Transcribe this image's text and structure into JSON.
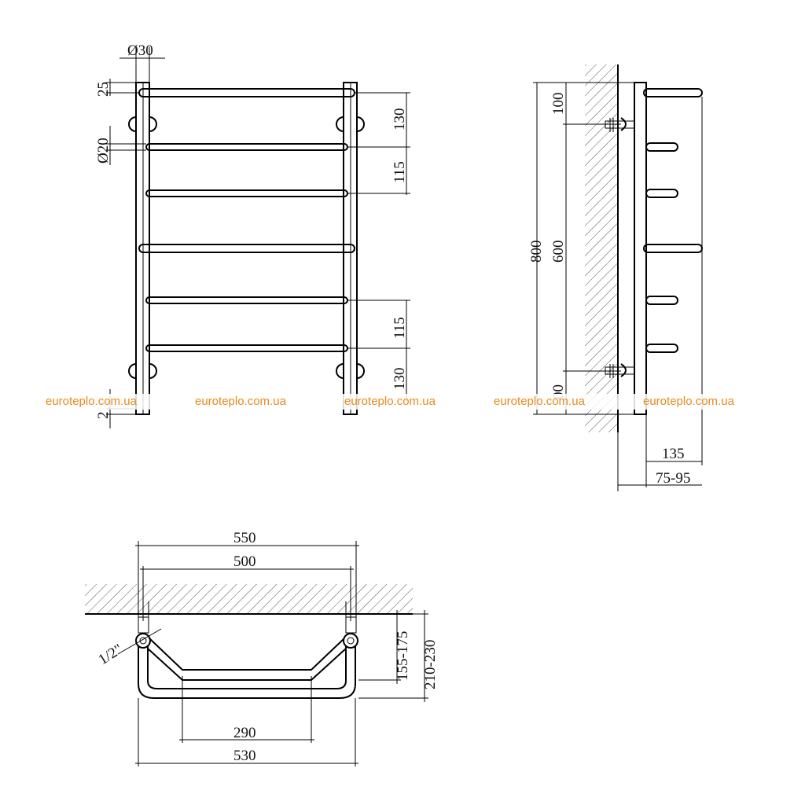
{
  "watermark": {
    "text": "euroteplo.com.ua",
    "color": "#e8891a"
  },
  "colors": {
    "line": "#000000",
    "background": "#ffffff",
    "hatch": "#555555"
  },
  "front_view": {
    "pipe_diameter": "Ø30",
    "rung_diameter": "Ø20",
    "top_offset": "25",
    "bottom_offset": "2",
    "top_spacing": "130",
    "upper_spacing": "115",
    "lower_spacing": "115",
    "bottom_spacing": "130"
  },
  "side_view": {
    "total_height": "800",
    "connection_spacing": "600",
    "top_offset": "100",
    "bottom_offset": "00",
    "depth": "135",
    "wall_distance": "75-95"
  },
  "top_view": {
    "outer_width": "550",
    "connection_width": "500",
    "pipe_thread": "1/2\"",
    "wall_depth_range": "155-175",
    "total_depth_range": "210-230",
    "inner_width": "290",
    "bottom_width": "530"
  }
}
